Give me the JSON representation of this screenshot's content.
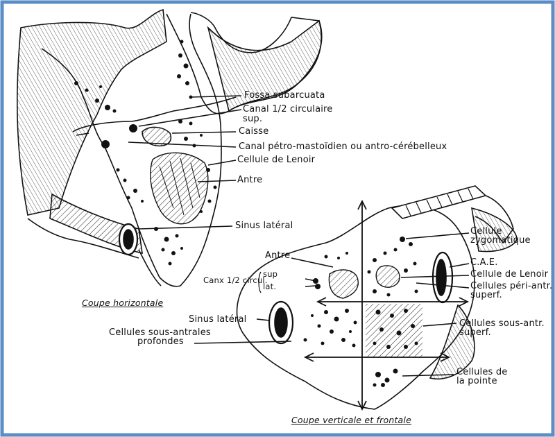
{
  "colors": {
    "border": "#5b8ec7",
    "ink": "#111111",
    "paper": "#ffffff"
  },
  "horizontal": {
    "caption": "Coupe horizontale",
    "labels": {
      "fossa": "Fossa subarcuata",
      "canal_circ_1": "Canal 1/2 circulaire",
      "canal_circ_2": "sup.",
      "caisse": "Caisse",
      "canal_petro": "Canal pétro-mastoïdien ou antro-cérébelleux",
      "lenoir": "Cellule de Lenoir",
      "antre": "Antre",
      "sinus": "Sinus latéral"
    }
  },
  "vertical": {
    "caption": "Coupe verticale et frontale",
    "labels": {
      "zygo_1": "Cellule",
      "zygo_2": "zygomatique",
      "antre": "Antre",
      "cae": "C.A.E.",
      "lenoir": "Cellule de Lenoir",
      "peri_1": "Cellules péri-antr.",
      "peri_2": "superf.",
      "canal": "Canx 1/2 circul.",
      "sup": "sup",
      "lat": "lat.",
      "sinus": "Sinus latéral",
      "sous_prof_1": "Cellules sous-antrales",
      "sous_prof_2": "profondes",
      "sous_sup_1": "Cellules sous-antr.",
      "sous_sup_2": "superf.",
      "pointe_1": "Cellules de",
      "pointe_2": "la pointe"
    }
  }
}
